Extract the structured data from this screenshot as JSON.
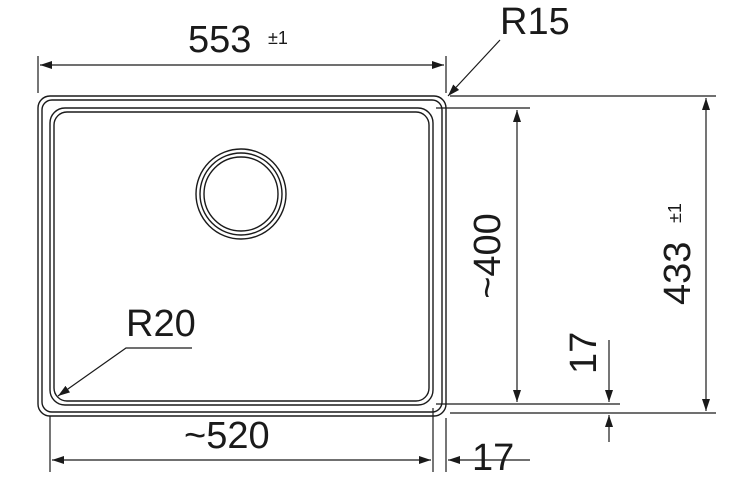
{
  "colors": {
    "line": "#1a1a1a",
    "background": "#ffffff"
  },
  "dimensions": {
    "overall_width": {
      "value": "553",
      "tolerance": "±1"
    },
    "corner_radius_outer": "R15",
    "corner_radius_inner": "R20",
    "bowl_width": "~520",
    "bowl_depth": "~400",
    "overall_depth": {
      "value": "433",
      "tolerance": "±1"
    },
    "rim_right": "17",
    "rim_bottom": "17"
  }
}
